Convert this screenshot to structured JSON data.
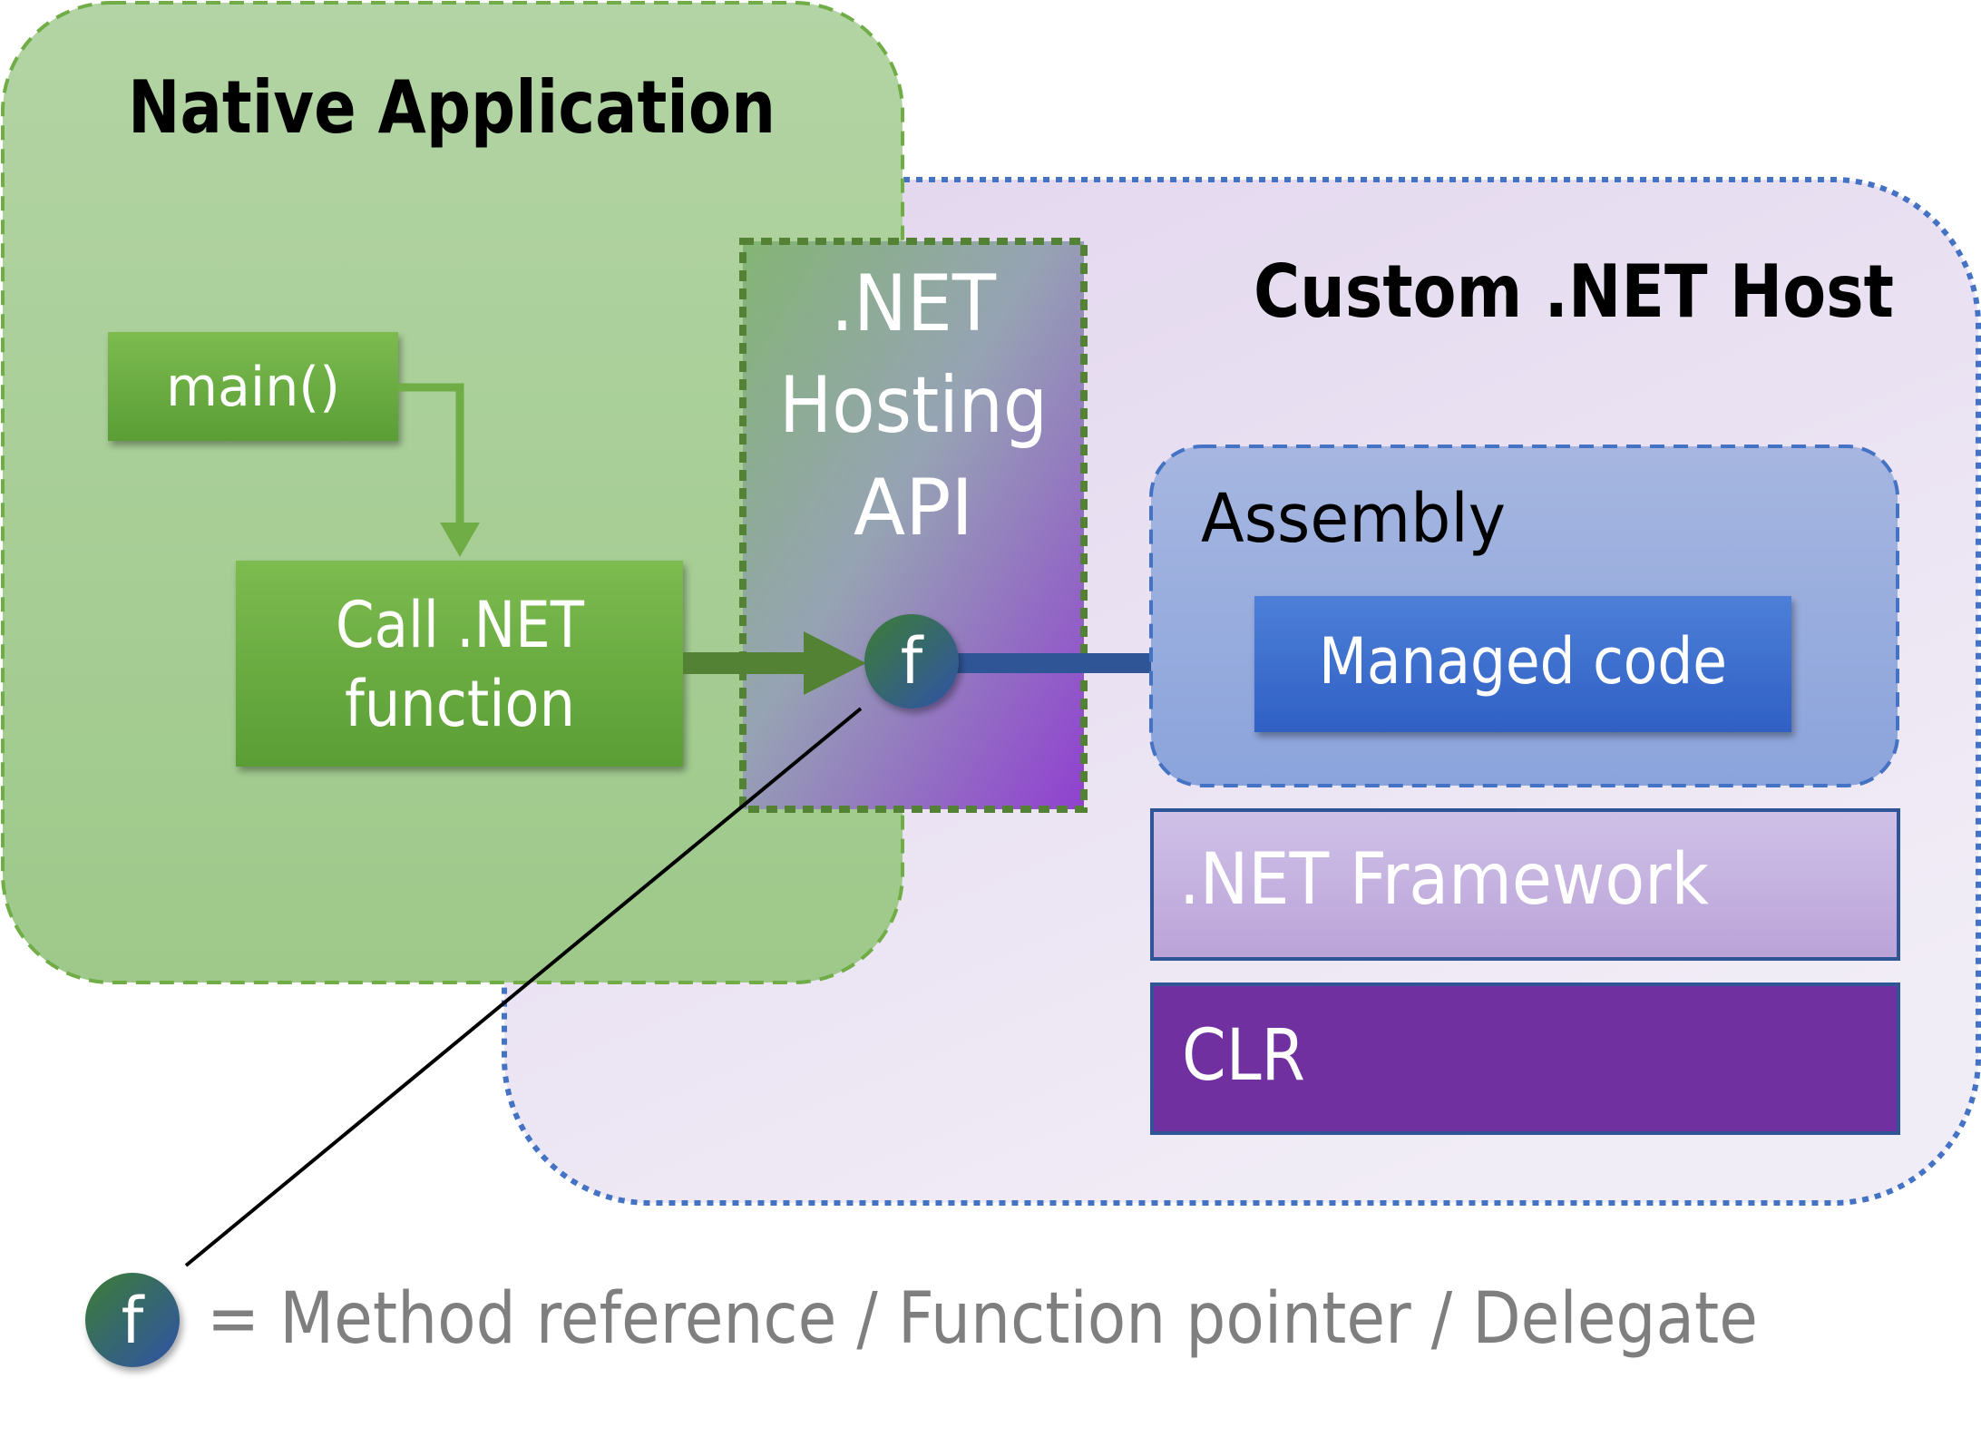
{
  "native_app": {
    "title": "Native Application",
    "main_label": "main()",
    "call_label_line1": "Call .NET",
    "call_label_line2": "function"
  },
  "hosting_api": {
    "line1": ".NET",
    "line2": "Hosting",
    "line3": "API"
  },
  "custom_host": {
    "title": "Custom .NET Host",
    "assembly_label": "Assembly",
    "managed_code_label": "Managed code",
    "framework_label": ".NET Framework",
    "clr_label": "CLR"
  },
  "function_symbol": "f",
  "legend": {
    "symbol": "f",
    "text": "= Method reference / Function pointer / Delegate"
  },
  "colors": {
    "native_fill": "#a9d18e",
    "native_border": "#70ad47",
    "host_fill": "#e6dcf0",
    "host_border": "#4472c4",
    "green_box": "#70ad47",
    "assembly_fill": "#8faadc",
    "managed_code": "#3f6fd0",
    "framework_fill": "#c3a8dc",
    "clr_fill": "#7030a0"
  }
}
